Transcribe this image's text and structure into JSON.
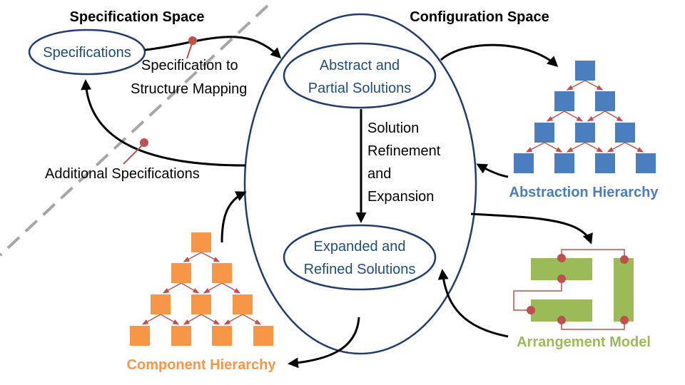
{
  "titles": {
    "spec_space": "Specification Space",
    "config_space": "Configuration Space"
  },
  "nodes": {
    "specifications": "Specifications",
    "abstract_line1": "Abstract and",
    "abstract_line2": "Partial Solutions",
    "expanded_line1": "Expanded and",
    "expanded_line2": "Refined Solutions"
  },
  "labels": {
    "mapping_line1": "Specification to",
    "mapping_line2": "Structure Mapping",
    "additional": "Additional Specifications",
    "refine_line1": "Solution",
    "refine_line2": "Refinement",
    "refine_line3": "and",
    "refine_line4": "Expansion"
  },
  "hierarchies": {
    "abstraction": "Abstraction Hierarchy",
    "arrangement": "Arrangement Model",
    "component": "Component Hierarchy"
  },
  "colors": {
    "navy": "#1f3d6e",
    "blue": "#4a7ebf",
    "orange": "#f79646",
    "green": "#9bbb59",
    "red": "#c0504d",
    "gray": "#a6a6a6"
  }
}
